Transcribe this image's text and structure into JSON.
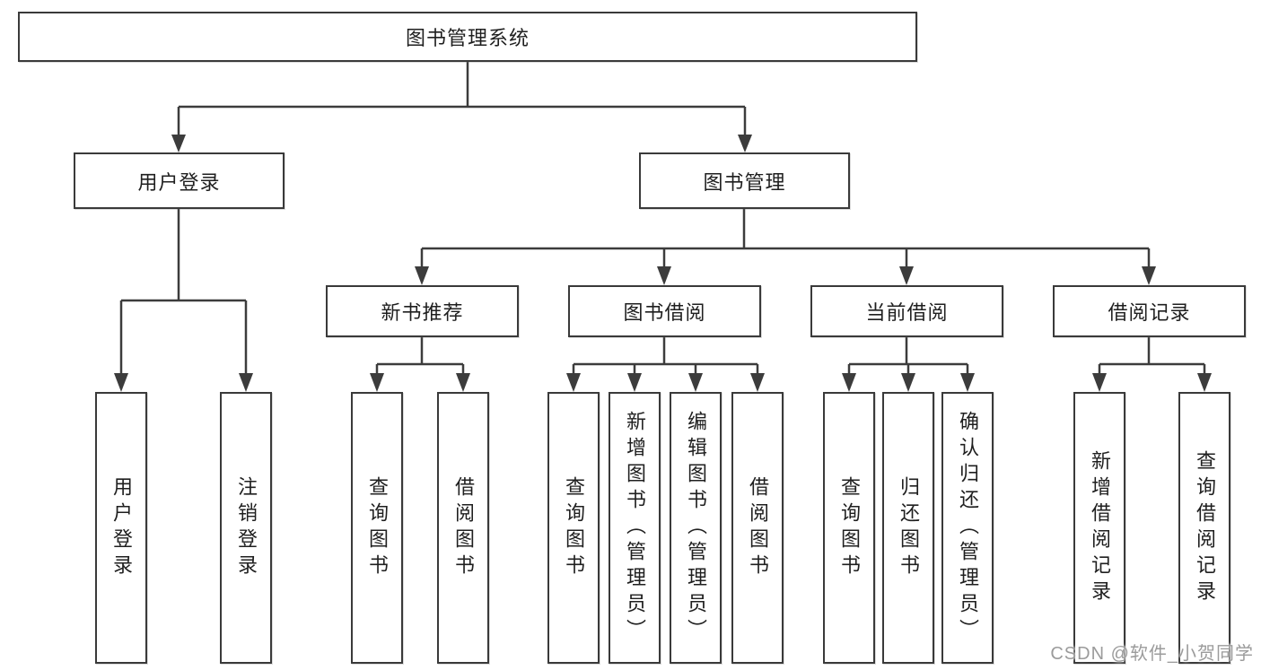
{
  "diagram_title": "图书管理系统",
  "colors": {
    "line": "#3c3c3c",
    "box_border": "#3a3a3a",
    "text": "#1f1f1f",
    "background": "#ffffff",
    "watermark": "#9b9b9b"
  },
  "nodes": {
    "root": {
      "label": "图书管理系统"
    },
    "user_login": {
      "label": "用户登录"
    },
    "book_mgmt": {
      "label": "图书管理"
    },
    "new_book_rec": {
      "label": "新书推荐"
    },
    "book_borrow": {
      "label": "图书借阅"
    },
    "current_borrow": {
      "label": "当前借阅"
    },
    "borrow_record": {
      "label": "借阅记录"
    },
    "leaf_user_login": {
      "label": "用户登录"
    },
    "leaf_logout": {
      "label": "注销登录"
    },
    "leaf_query_book_rec": {
      "label": "查询图书"
    },
    "leaf_borrow_book_rec": {
      "label": "借阅图书"
    },
    "leaf_query_book_borrow": {
      "label": "查询图书"
    },
    "leaf_add_book": {
      "label": "新增图书（管理员）"
    },
    "leaf_edit_book": {
      "label": "编辑图书（管理员）"
    },
    "leaf_borrow_book_borrow": {
      "label": "借阅图书"
    },
    "leaf_query_book_current": {
      "label": "查询图书"
    },
    "leaf_return_book": {
      "label": "归还图书"
    },
    "leaf_confirm_return": {
      "label": "确认归还（管理员）"
    },
    "leaf_add_record": {
      "label": "新增借阅记录"
    },
    "leaf_query_record": {
      "label": "查询借阅记录"
    }
  },
  "hierarchy": {
    "图书管理系统": {
      "用户登录": [
        "用户登录",
        "注销登录"
      ],
      "图书管理": {
        "新书推荐": [
          "查询图书",
          "借阅图书"
        ],
        "图书借阅": [
          "查询图书",
          "新增图书（管理员）",
          "编辑图书（管理员）",
          "借阅图书"
        ],
        "当前借阅": [
          "查询图书",
          "归还图书",
          "确认归还（管理员）"
        ],
        "借阅记录": [
          "新增借阅记录",
          "查询借阅记录"
        ]
      }
    }
  },
  "watermark": {
    "text": "CSDN @软件_小贺同学"
  }
}
